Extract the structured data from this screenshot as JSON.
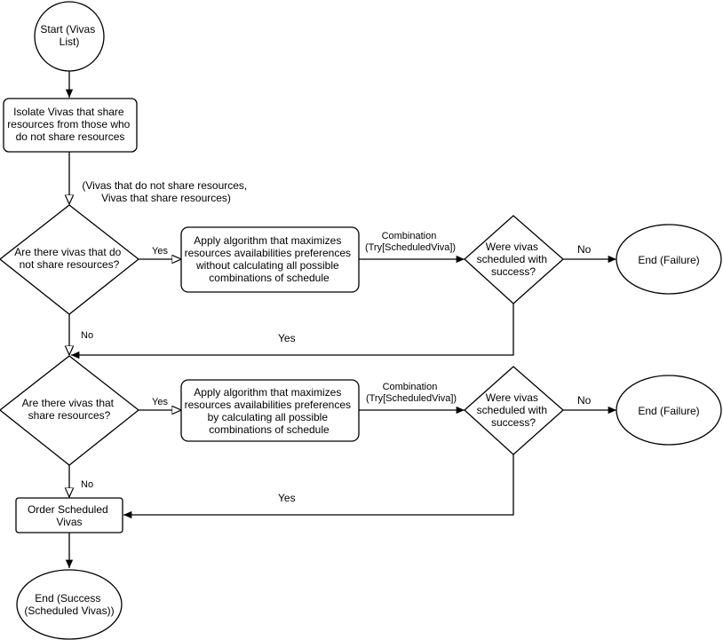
{
  "nodes": {
    "start": [
      "Start (Vivas",
      "List)"
    ],
    "isolate": [
      "Isolate Vivas that share",
      "resources from those who",
      "do not share resources"
    ],
    "split_output": [
      "(Vivas that do not share resources,",
      "Vivas that share resources)"
    ],
    "q_no_share": [
      "Are there vivas that do",
      "not share resources?"
    ],
    "algo_no_calc": [
      "Apply algorithm that maximizes",
      "resources availabilities preferences",
      "without calculating all possible",
      "combinations of schedule"
    ],
    "q_success_1": [
      "Were vivas",
      "scheduled with",
      "success?"
    ],
    "end_fail_1": [
      "End (Failure)"
    ],
    "q_share": [
      "Are there vivas that",
      "share resources?"
    ],
    "algo_calc": [
      "Apply algorithm that maximizes",
      "resources availabilities preferences",
      "by calculating all possible",
      "combinations of schedule"
    ],
    "q_success_2": [
      "Were vivas",
      "scheduled with",
      "success?"
    ],
    "end_fail_2": [
      "End (Failure)"
    ],
    "order": [
      "Order Scheduled",
      "Vivas"
    ],
    "end_success": [
      "End (Success",
      "(Scheduled Vivas))"
    ]
  },
  "edges": {
    "yes_1": "Yes",
    "combination_1": [
      "Combination",
      "(Try[ScheduledViva])"
    ],
    "no_fail_1": "No",
    "no_1": "No",
    "yes_back_1": "Yes",
    "yes_2": "Yes",
    "combination_2": [
      "Combination",
      "(Try[ScheduledViva])"
    ],
    "no_fail_2": "No",
    "no_2": "No",
    "yes_back_2": "Yes"
  }
}
